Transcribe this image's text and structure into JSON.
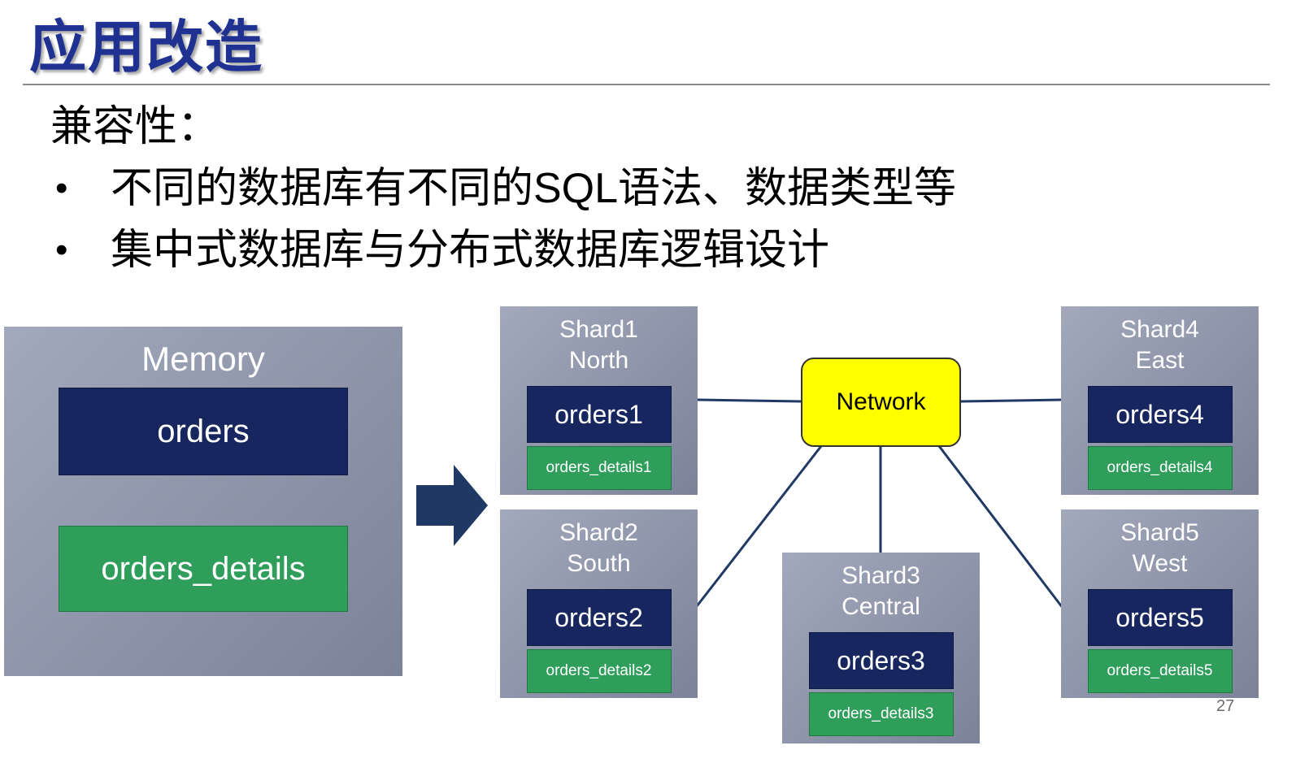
{
  "slide": {
    "title": "应用改造",
    "heading": "兼容性：",
    "bullets": [
      "不同的数据库有不同的SQL语法、数据类型等",
      "集中式数据库与分布式数据库逻辑设计"
    ],
    "page_number": "27"
  },
  "diagram": {
    "memory": {
      "label": "Memory",
      "orders": "orders",
      "orders_details": "orders_details"
    },
    "network_label": "Network",
    "shards": [
      {
        "name": "Shard1",
        "region": "North",
        "orders": "orders1",
        "details": "orders_details1"
      },
      {
        "name": "Shard2",
        "region": "South",
        "orders": "orders2",
        "details": "orders_details2"
      },
      {
        "name": "Shard3",
        "region": "Central",
        "orders": "orders3",
        "details": "orders_details3"
      },
      {
        "name": "Shard4",
        "region": "East",
        "orders": "orders4",
        "details": "orders_details4"
      },
      {
        "name": "Shard5",
        "region": "West",
        "orders": "orders5",
        "details": "orders_details5"
      }
    ],
    "colors": {
      "title_text": "#1f3191",
      "orders_table": "#17265e",
      "details_table": "#2f9e5b",
      "panel_gray": "#8b90a5",
      "network_fill": "#ffff00",
      "connector": "#1f3864",
      "arrow": "#1f3864"
    }
  }
}
